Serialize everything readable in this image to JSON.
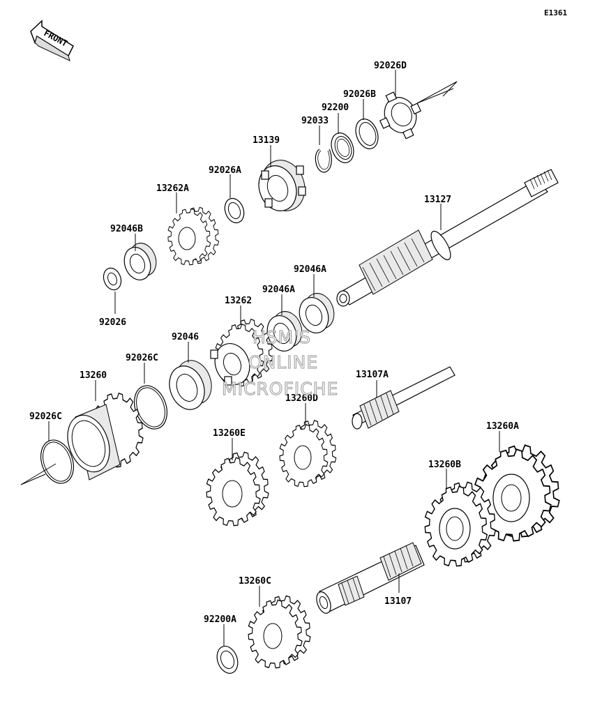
{
  "diagram_code": "E1361",
  "front_label": "FRONT",
  "watermark": [
    "HSM'S",
    "ONLINE",
    "MICROFICHE"
  ],
  "parts": [
    {
      "id": "92026D",
      "label": "92026D"
    },
    {
      "id": "92026B",
      "label": "92026B"
    },
    {
      "id": "92200",
      "label": "92200"
    },
    {
      "id": "92033",
      "label": "92033"
    },
    {
      "id": "13139",
      "label": "13139"
    },
    {
      "id": "92026A",
      "label": "92026A"
    },
    {
      "id": "13262A",
      "label": "13262A"
    },
    {
      "id": "13127",
      "label": "13127"
    },
    {
      "id": "92046B",
      "label": "92046B"
    },
    {
      "id": "92026",
      "label": "92026"
    },
    {
      "id": "92046A_1",
      "label": "92046A"
    },
    {
      "id": "92046A_2",
      "label": "92046A"
    },
    {
      "id": "13262",
      "label": "13262"
    },
    {
      "id": "92046",
      "label": "92046"
    },
    {
      "id": "92026C_1",
      "label": "92026C"
    },
    {
      "id": "13260",
      "label": "13260"
    },
    {
      "id": "13107A",
      "label": "13107A"
    },
    {
      "id": "13260D",
      "label": "13260D"
    },
    {
      "id": "92026C_2",
      "label": "92026C"
    },
    {
      "id": "13260E",
      "label": "13260E"
    },
    {
      "id": "13260A",
      "label": "13260A"
    },
    {
      "id": "13260B",
      "label": "13260B"
    },
    {
      "id": "13260C",
      "label": "13260C"
    },
    {
      "id": "13107",
      "label": "13107"
    },
    {
      "id": "92200A",
      "label": "92200A"
    }
  ]
}
